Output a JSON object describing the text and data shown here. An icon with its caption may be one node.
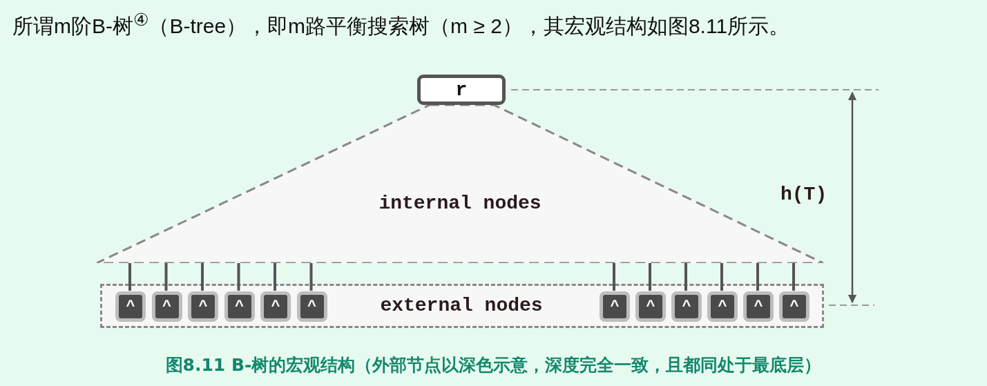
{
  "diagram": {
    "caption": "图8.11 B-树的宏观结构（外部节点以深色示意，深度完全一致，且都同处于最底层）",
    "nodes": [
      {
        "text": [
          "r"
        ]
      },
      {
        "text": [
          "internal nodes"
        ]
      },
      {
        "text": [
          "external nodes"
        ]
      },
      {
        "text": [
          "^"
        ],
        "in": 2
      },
      {
        "text": [
          "^"
        ],
        "in": 2
      },
      {
        "text": [
          "^"
        ],
        "in": 2
      },
      {
        "text": [
          "^"
        ],
        "in": 2
      },
      {
        "text": [
          "^"
        ],
        "in": 2
      },
      {
        "text": [
          "^"
        ],
        "in": 2
      },
      {
        "text": [
          "^"
        ],
        "in": 2
      },
      {
        "text": [
          "^"
        ],
        "in": 2
      },
      {
        "text": [
          "^"
        ],
        "in": 2
      },
      {
        "text": [
          "^"
        ],
        "in": 2
      },
      {
        "text": [
          "^"
        ],
        "in": 2
      },
      {
        "text": [
          "^"
        ],
        "in": 2
      }
    ],
    "edges": [
      {
        "from": 1,
        "to": 3,
        "arrow": "none"
      },
      {
        "from": 1,
        "to": 4,
        "arrow": "none"
      },
      {
        "from": 1,
        "to": 5,
        "arrow": "none"
      },
      {
        "from": 1,
        "to": 6,
        "arrow": "none"
      },
      {
        "from": 1,
        "to": 7,
        "arrow": "none"
      },
      {
        "from": 1,
        "to": 8,
        "arrow": "none"
      },
      {
        "from": 1,
        "to": 9,
        "arrow": "none"
      },
      {
        "from": 1,
        "to": 10,
        "arrow": "none"
      },
      {
        "from": 1,
        "to": 11,
        "arrow": "none"
      },
      {
        "from": 1,
        "to": 12,
        "arrow": "none"
      },
      {
        "from": 1,
        "to": 13,
        "arrow": "none"
      },
      {
        "from": 1,
        "to": 14,
        "arrow": "none"
      }
    ],
    "labels": [
      "所谓m阶B-树$^{④}$（B-tree），即m路平衡搜索树（m ≥ 2），其宏观结构如图8.11所示。",
      "h(T)"
    ]
  }
}
